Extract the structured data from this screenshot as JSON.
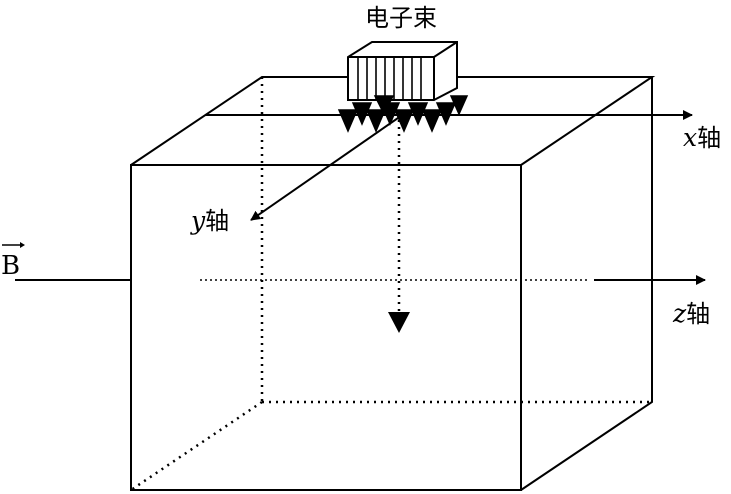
{
  "labels": {
    "beam": "电子束",
    "x_var": "x",
    "y_var": "y",
    "z_var": "z",
    "axis_suffix": "轴",
    "field": "B"
  },
  "colors": {
    "stroke": "#000000",
    "background": "#ffffff"
  }
}
